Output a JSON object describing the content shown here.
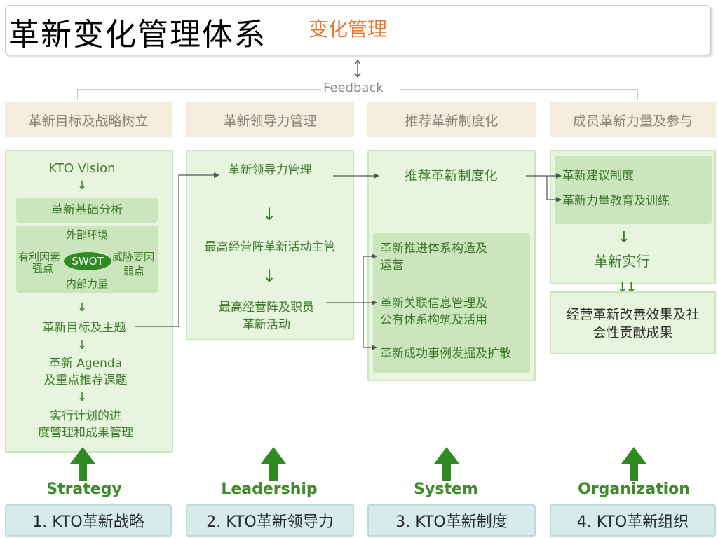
{
  "header": {
    "title": "革新变化管理体系",
    "subtitle": "变化管理"
  },
  "feedback": {
    "label": "Feedback"
  },
  "columns": [
    {
      "heading": "革新目标及战略树立",
      "items": {
        "vision": "KTO Vision",
        "basis": "革新基础分析",
        "external": "外部环境",
        "opportunity": "有利因素",
        "threat": "威胁要因",
        "strength": "强点",
        "weakness": "弱点",
        "swot": "SWOT",
        "internal": "内部力量",
        "goal": "革新目标及主题",
        "agenda_line1": "革新 Agenda",
        "agenda_line2": "及重点推荐课题",
        "plan_line1": "实行计划的进",
        "plan_line2": "度管理和成果管理"
      },
      "pillar": "Strategy",
      "footer": "1. KTO革新战略"
    },
    {
      "heading": "革新领导力管理",
      "items": {
        "top": "革新领导力管理",
        "middle": "最高经营阵革新活动主管",
        "bottom_line1": "最高经营阵及职员",
        "bottom_line2": "革新活动"
      },
      "pillar": "Leadership",
      "footer": "2. KTO革新领导力"
    },
    {
      "heading": "推荐革新制度化",
      "items": {
        "top": "推荐革新制度化",
        "sub1_line1": "革新推进体系构造及",
        "sub1_line2": "运营",
        "sub2_line1": "革新关联信息管理及",
        "sub2_line2": "公有体系构筑及活用",
        "sub3": "革新成功事例发掘及扩散"
      },
      "pillar": "System",
      "footer": "3. KTO革新制度"
    },
    {
      "heading": "成员革新力量及参与",
      "items": {
        "sub1": "革新建议制度",
        "sub2": "革新力量教育及训练",
        "execute": "革新实行",
        "result_line1": "经营革新改善效果及社",
        "result_line2": "会性贡献成果"
      },
      "pillar": "Organization",
      "footer": "4. KTO革新组织"
    }
  ],
  "colors": {
    "heading_bg": "#f4ecdc",
    "panel_bg": "#e7f5df",
    "inner_bg": "#cbe5bd",
    "text_green": "#3d7a2b",
    "arrow_green": "#3d8a2b",
    "swot_bg": "#2f8a22",
    "footer_bg": "#d6ebea",
    "subtitle_orange": "#e8762b"
  }
}
